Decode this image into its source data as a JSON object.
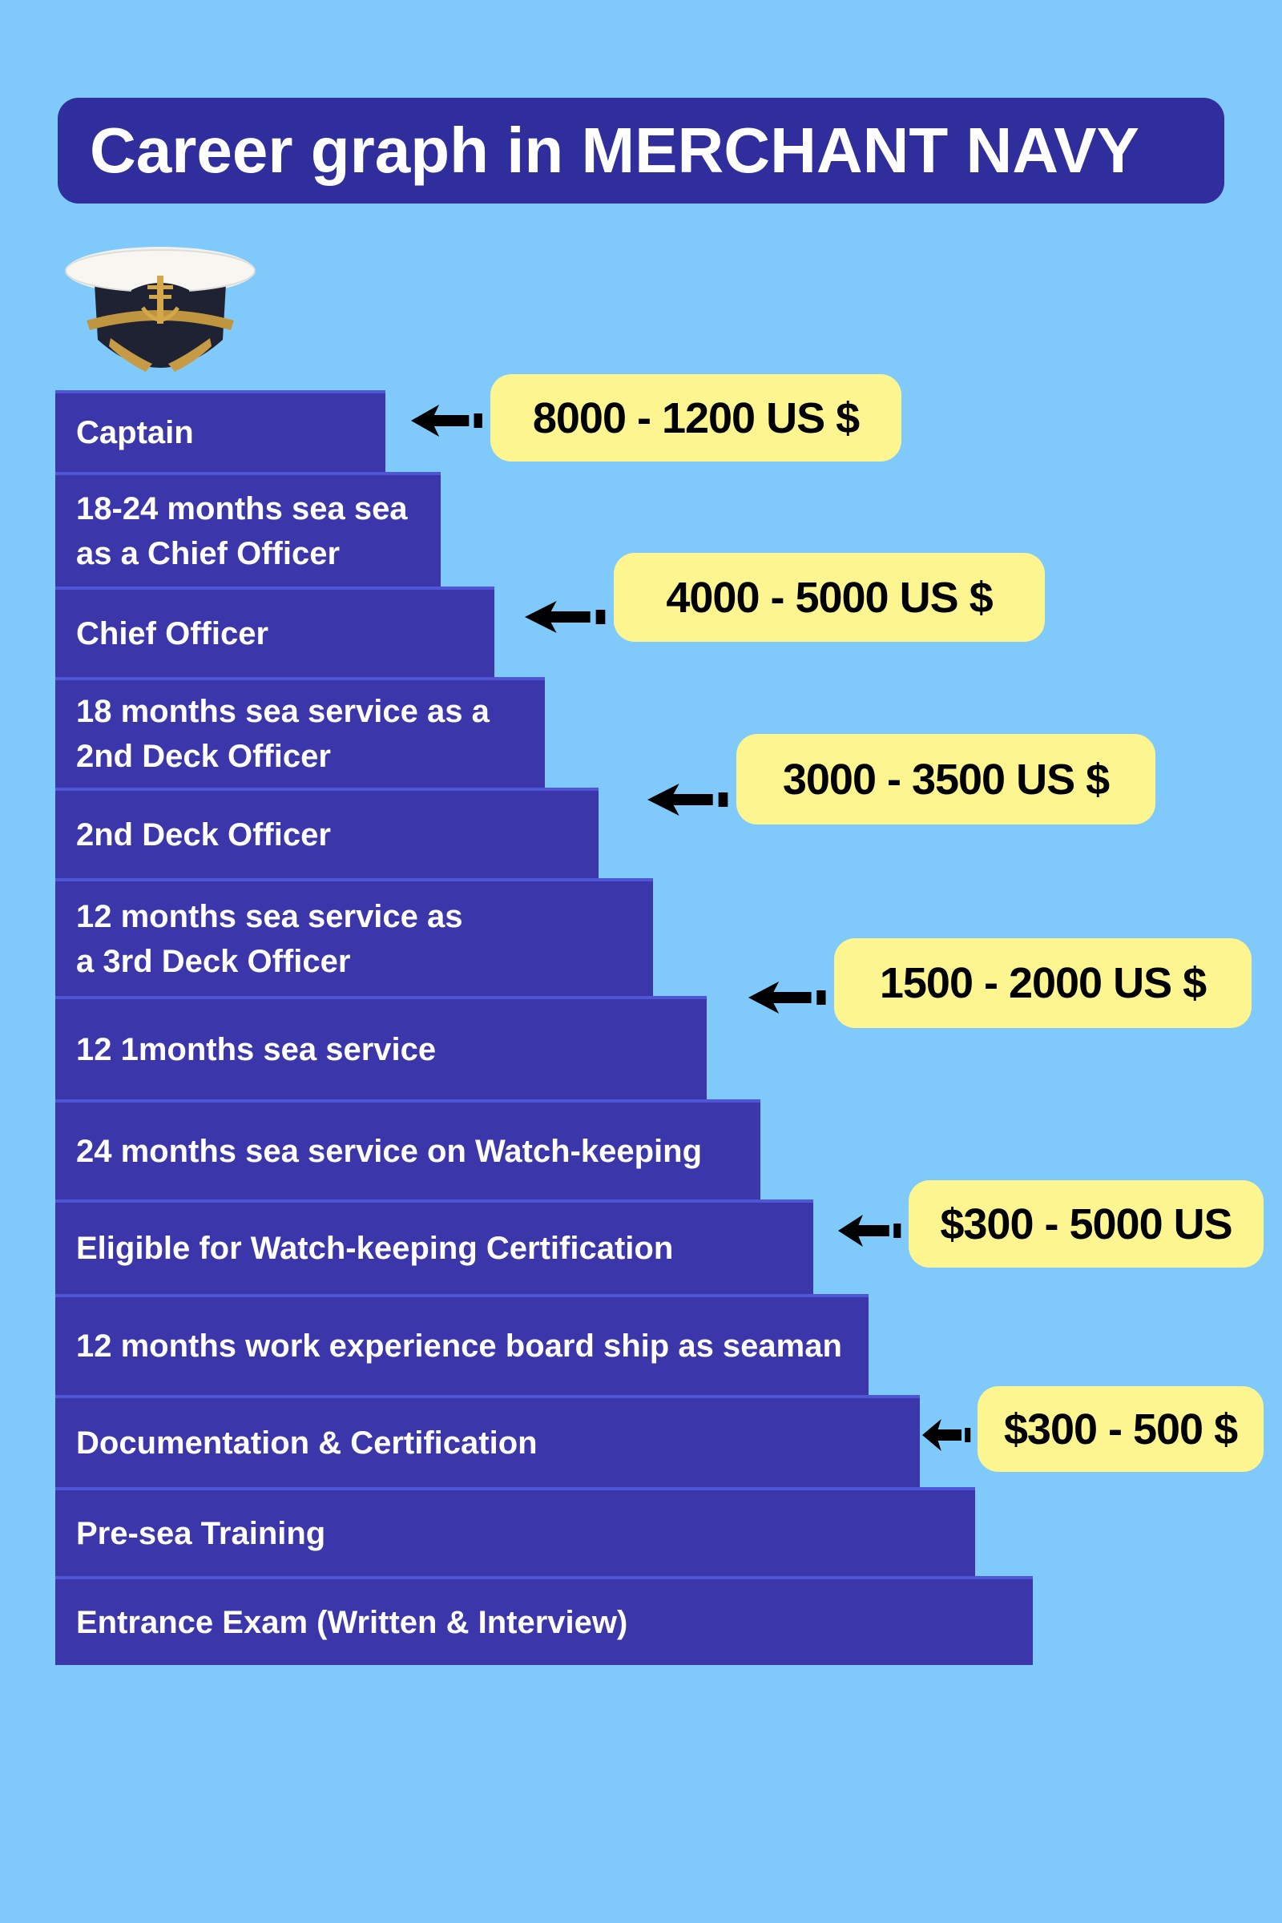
{
  "title": "Career graph in MERCHANT NAVY",
  "icon": "captain-hat-icon",
  "colors": {
    "background": "#80c9fb",
    "title_bg": "#302e9c",
    "step_bg": "#3b36a9",
    "salary_bg": "#fdf58f"
  },
  "steps": [
    "Captain",
    "18-24 months sea sea\nas a Chief Officer",
    "Chief Officer",
    "18 months sea service as a\n2nd Deck Officer",
    "2nd Deck Officer",
    "12 months sea service as\na 3rd Deck Officer",
    "12 1months sea service",
    "24 months sea service on  Watch-keeping",
    "Eligible for Watch-keeping Certification",
    "12 months work experience board ship as seaman",
    "Documentation & Certification",
    "Pre-sea Training",
    "Entrance Exam (Written & Interview)"
  ],
  "salaries": [
    "8000 - 1200 US $",
    "4000 - 5000 US $",
    "3000 - 3500 US $",
    "1500 - 2000 US $",
    "$300 - 5000 US",
    "$300 - 500 $"
  ]
}
